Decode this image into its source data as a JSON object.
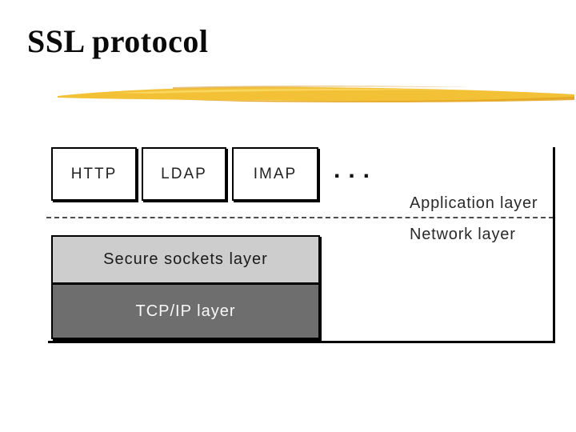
{
  "title": "SSL protocol",
  "accent": {
    "brush_color": "#f2c136",
    "brush_shadow_color": "#e3a51f",
    "brush_highlight_color": "#f9d863"
  },
  "diagram": {
    "app_boxes": [
      {
        "label": "HTTP"
      },
      {
        "label": "LDAP"
      },
      {
        "label": "IMAP"
      }
    ],
    "ellipsis": "...",
    "side_labels": {
      "application_layer": "Application layer",
      "network_layer": "Network layer"
    },
    "stack": [
      {
        "label": "Secure sockets layer",
        "fill": "#cdcdcd",
        "text_color": "#1a1a1a"
      },
      {
        "label": "TCP/IP layer",
        "fill": "#6e6e6e",
        "text_color": "#f8f8f8"
      }
    ]
  }
}
